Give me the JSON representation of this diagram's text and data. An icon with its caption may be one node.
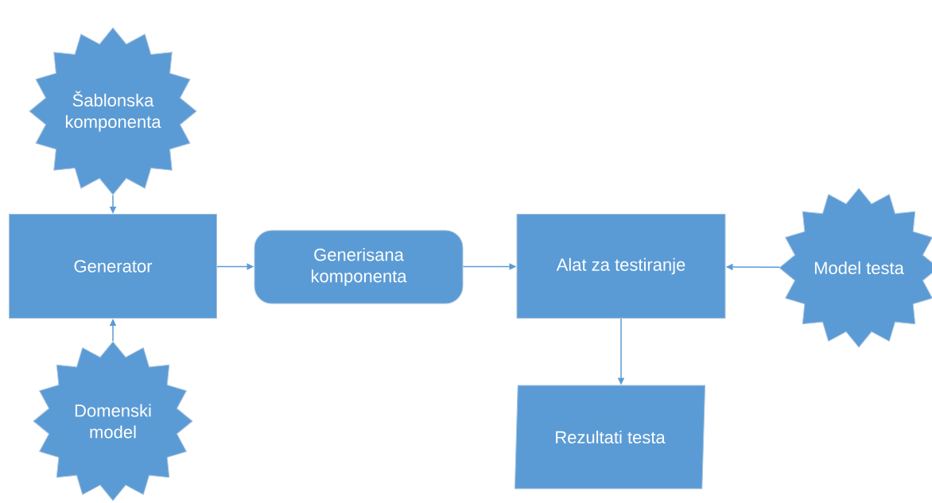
{
  "diagram": {
    "nodes": [
      {
        "text": [
          "Šablonska komponenta"
        ]
      },
      {
        "text": [
          "Generator"
        ]
      },
      {
        "text": [
          "Domenski model"
        ]
      },
      {
        "text": [
          "Generisana komponenta"
        ]
      },
      {
        "text": [
          "Alat za testiranje"
        ]
      },
      {
        "text": [
          "Model testa"
        ]
      },
      {
        "text": [
          "Rezultati testa"
        ]
      }
    ],
    "edges": [
      {
        "from": 0,
        "to": 1,
        "arrow": "to"
      },
      {
        "from": 2,
        "to": 1,
        "arrow": "to"
      },
      {
        "from": 1,
        "to": 3,
        "arrow": "to"
      },
      {
        "from": 3,
        "to": 4,
        "arrow": "to"
      },
      {
        "from": 5,
        "to": 4,
        "arrow": "to"
      },
      {
        "from": 4,
        "to": 6,
        "arrow": "to"
      }
    ]
  }
}
